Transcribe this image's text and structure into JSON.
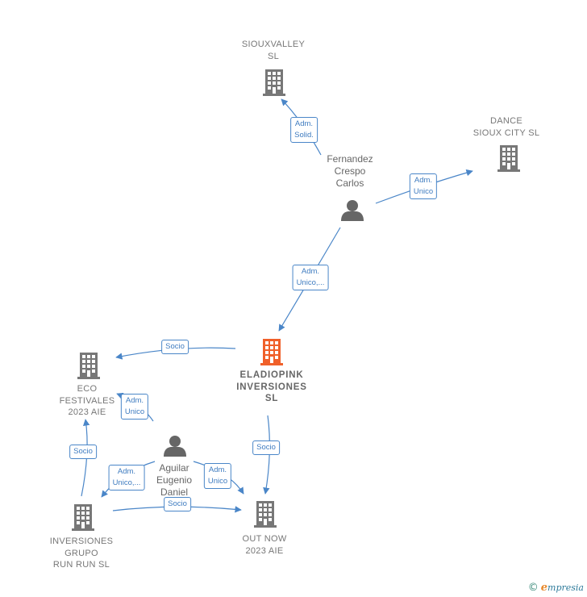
{
  "colors": {
    "edge": "#4a86c8",
    "building": "#777777",
    "building_focus": "#f0602a",
    "person": "#666666"
  },
  "nodes": {
    "siouxvalley": {
      "lines": [
        "SIOUXVALLEY",
        "SL"
      ],
      "icon": "building-icon"
    },
    "dance": {
      "lines": [
        "DANCE",
        "SIOUX CITY  SL"
      ],
      "icon": "building-icon"
    },
    "fernandez": {
      "lines": [
        "Fernandez",
        "Crespo",
        "Carlos"
      ],
      "icon": "person-icon"
    },
    "eladiopink": {
      "lines": [
        "ELADIOPINK",
        "INVERSIONES",
        "SL"
      ],
      "icon": "building-icon"
    },
    "eco": {
      "lines": [
        "ECO",
        "FESTIVALES",
        "2023  AIE"
      ],
      "icon": "building-icon"
    },
    "aguilar": {
      "lines": [
        "Aguilar",
        "Eugenio",
        "Daniel"
      ],
      "icon": "person-icon"
    },
    "inversiones_grupo": {
      "lines": [
        "INVERSIONES",
        "GRUPO",
        "RUN RUN  SL"
      ],
      "icon": "building-icon"
    },
    "out_now": {
      "lines": [
        "OUT NOW",
        "2023  AIE"
      ],
      "icon": "building-icon"
    }
  },
  "edges": [
    {
      "id": "fernandez-siouxvalley",
      "lines": [
        "Adm.",
        "Solid."
      ]
    },
    {
      "id": "fernandez-dance",
      "lines": [
        "Adm.",
        "Unico"
      ]
    },
    {
      "id": "fernandez-eladiopink",
      "lines": [
        "Adm.",
        "Unico,..."
      ]
    },
    {
      "id": "eladiopink-eco",
      "lines": [
        "Socio"
      ]
    },
    {
      "id": "aguilar-eco",
      "lines": [
        "Adm.",
        "Unico"
      ]
    },
    {
      "id": "eladiopink-outnow",
      "lines": [
        "Socio"
      ]
    },
    {
      "id": "grupo-eco",
      "lines": [
        "Socio"
      ]
    },
    {
      "id": "aguilar-grupo",
      "lines": [
        "Adm.",
        "Unico,..."
      ]
    },
    {
      "id": "aguilar-outnow",
      "lines": [
        "Adm.",
        "Unico"
      ]
    },
    {
      "id": "grupo-outnow",
      "lines": [
        "Socio"
      ]
    }
  ],
  "footer": {
    "copyright": "©",
    "brand_initial": "e",
    "brand_rest": "mpresia"
  }
}
